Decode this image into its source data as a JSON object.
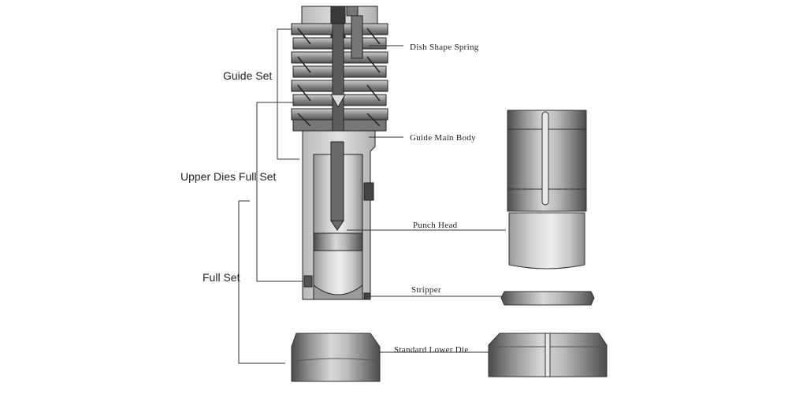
{
  "groups": {
    "guide_set": "Guide Set",
    "upper_dies_full_set": "Upper Dies Full Set",
    "full_set": "Full Set"
  },
  "callouts": {
    "dish_shape_spring": "Dish Shape Spring",
    "guide_main_body": "Guide Main Body",
    "punch_head": "Punch Head",
    "stripper": "Stripper",
    "standard_lower_die": "Standard Lower Die"
  },
  "colors": {
    "line": "#333333",
    "metal_dark": "#5a5a5a",
    "metal_mid": "#8c8c8c",
    "metal_light": "#c4c4c4",
    "highlight": "#e6e6e6"
  }
}
